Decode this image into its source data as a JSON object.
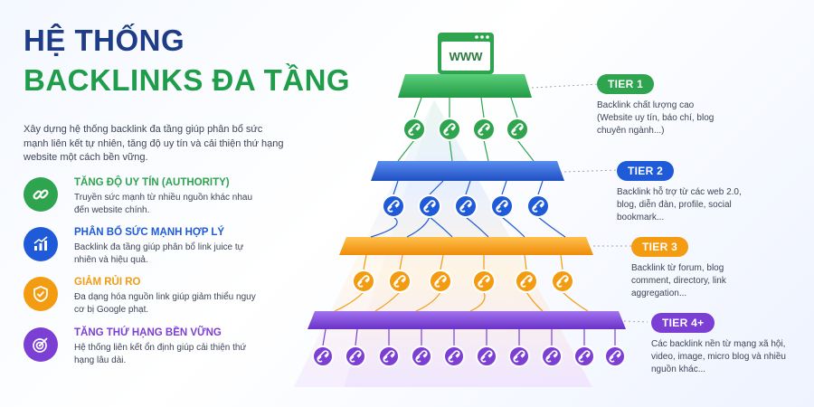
{
  "header": {
    "title_line1": "HỆ THỐNG",
    "title_line2": "BACKLINKS ĐA TẦNG",
    "intro": "Xây dựng hệ thống backlink đa tầng giúp phân bổ sức mạnh liên kết tự nhiên, tăng độ uy tín và cải thiện thứ hạng website một cách bền vững."
  },
  "website_label": "WWW",
  "features": [
    {
      "title": "TĂNG ĐỘ UY TÍN (AUTHORITY)",
      "desc": "Truyền sức mạnh từ nhiều nguồn khác nhau đến website chính.",
      "color": "#2ea44f",
      "icon": "link-icon"
    },
    {
      "title": "PHÂN BỔ SỨC MẠNH HỢP LÝ",
      "desc": "Backlink đa tầng giúp phân bổ link juice tự nhiên và hiệu quả.",
      "color": "#1f5bd8",
      "icon": "chart-up-icon"
    },
    {
      "title": "GIẢM RỦI RO",
      "desc": "Đa dạng hóa nguồn link giúp giảm thiểu nguy cơ bị Google phạt.",
      "color": "#f39c12",
      "icon": "shield-check-icon"
    },
    {
      "title": "TĂNG THỨ HẠNG BỀN VỮNG",
      "desc": "Hệ thống liên kết ổn định giúp cải thiện thứ hạng lâu dài.",
      "color": "#7b3fd4",
      "icon": "target-icon"
    }
  ],
  "tiers": [
    {
      "label": "TIER 1",
      "desc": "Backlink chất lượng cao (Website uy tín, báo chí, blog chuyên ngành...)",
      "color": "#2ea44f"
    },
    {
      "label": "TIER 2",
      "desc": "Backlink hỗ trợ từ các web 2.0, blog, diễn đàn, profile, social bookmark...",
      "color": "#1f5bd8"
    },
    {
      "label": "TIER 3",
      "desc": "Backlink từ forum, blog comment, directory, link aggregation...",
      "color": "#f39c12"
    },
    {
      "label": "TIER 4+",
      "desc": "Các backlink nền từ mạng xã hội, video, image, micro blog và nhiều nguồn khác...",
      "color": "#7b3fd4"
    }
  ]
}
